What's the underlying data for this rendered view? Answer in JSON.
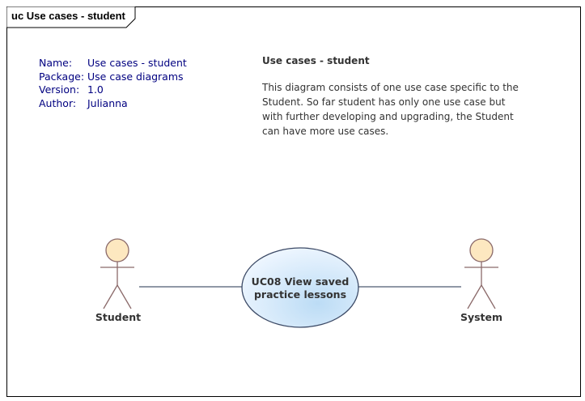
{
  "diagram": {
    "tab_title": "uc Use cases - student"
  },
  "meta": {
    "rows": [
      {
        "key": "Name:",
        "value": "Use cases - student"
      },
      {
        "key": "Package:",
        "value": "Use case diagrams"
      },
      {
        "key": "Version:",
        "value": "1.0"
      },
      {
        "key": "Author:",
        "value": "Julianna"
      }
    ]
  },
  "note": {
    "title": "Use cases - student",
    "body": "This diagram consists of one use case specific to the Student. So far student has only one use case but with further developing and upgrading, the Student can have more use cases."
  },
  "actors": [
    {
      "name": "Student"
    },
    {
      "name": "System"
    }
  ],
  "use_case": {
    "line1": "UC08 View saved",
    "line2": "practice lessons"
  },
  "colors": {
    "frame": "#000000",
    "meta_text": "#000080",
    "actor_fill": "#fde8c0",
    "actor_stroke": "#8b6a6a",
    "usecase_fill_light": "#eef6ff",
    "usecase_fill_dark": "#bcdcf5",
    "usecase_stroke": "#3c4a66",
    "association": "#4d5a70"
  }
}
